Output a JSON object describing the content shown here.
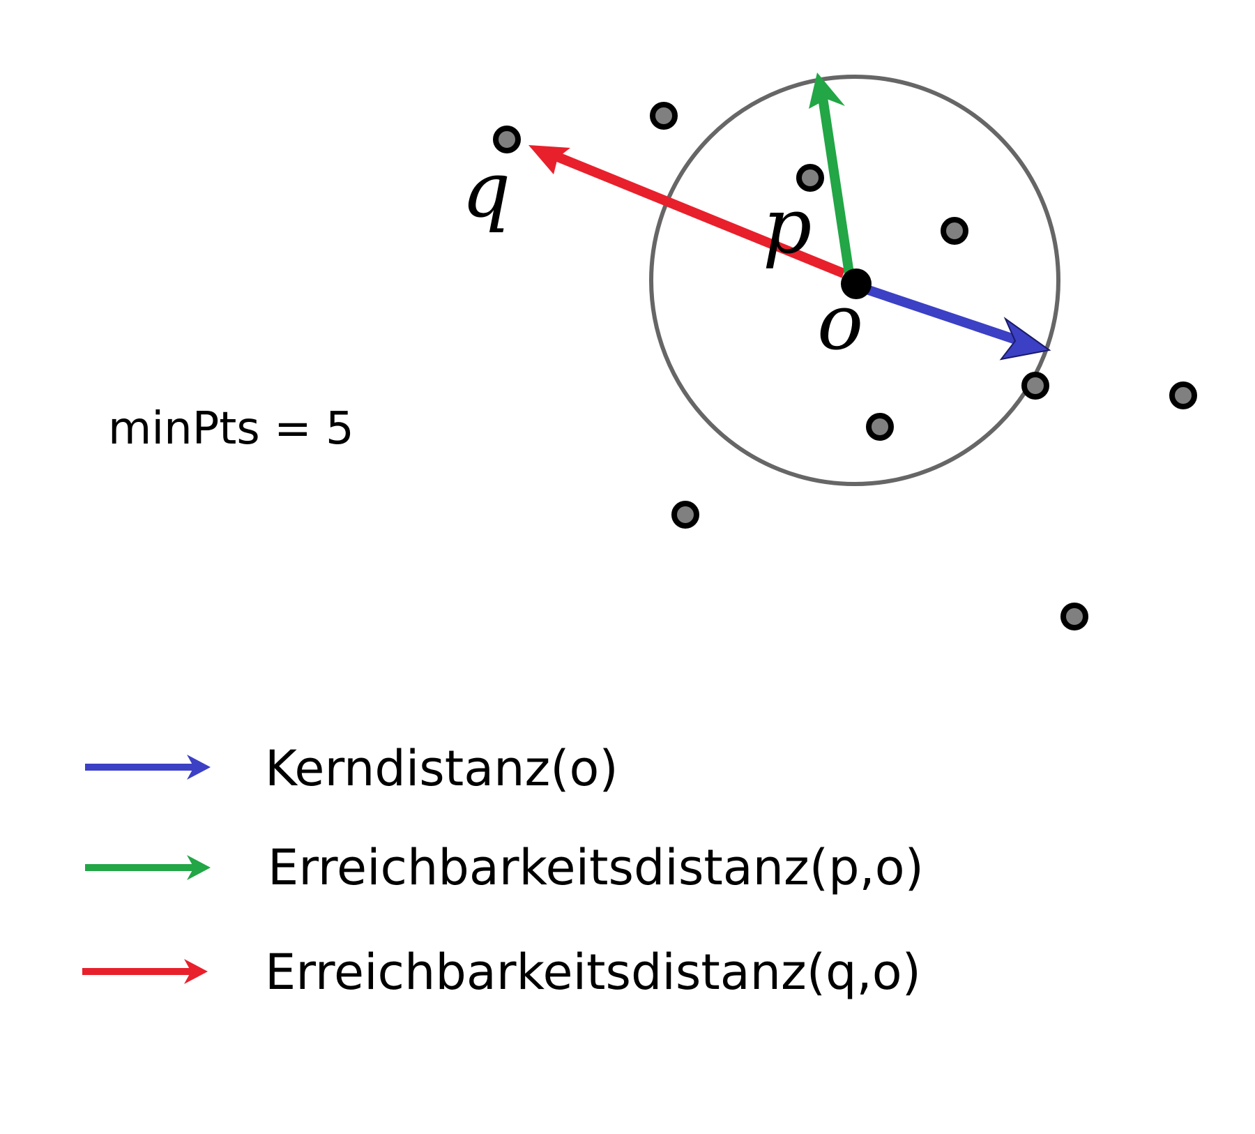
{
  "diagram": {
    "point_labels": {
      "q": "q",
      "p": "p",
      "o": "o"
    },
    "min_pts": "minPts = 5",
    "legend": [
      {
        "label": "Kerndistanz(o)",
        "color": "#3b40c4"
      },
      {
        "label": "Erreichbarkeitsdistanz(p,o)",
        "color": "#22a646"
      },
      {
        "label": "Erreichbarkeitsdistanz(q,o)",
        "color": "#e8202c"
      }
    ],
    "colors": {
      "core_distance_arrow": "#3b40c4",
      "reachability_p_arrow": "#22a646",
      "reachability_q_arrow": "#e8202c",
      "circle": "#666666",
      "point_fill": "#808080",
      "point_outline": "#000000",
      "center_point": "#000000"
    }
  }
}
